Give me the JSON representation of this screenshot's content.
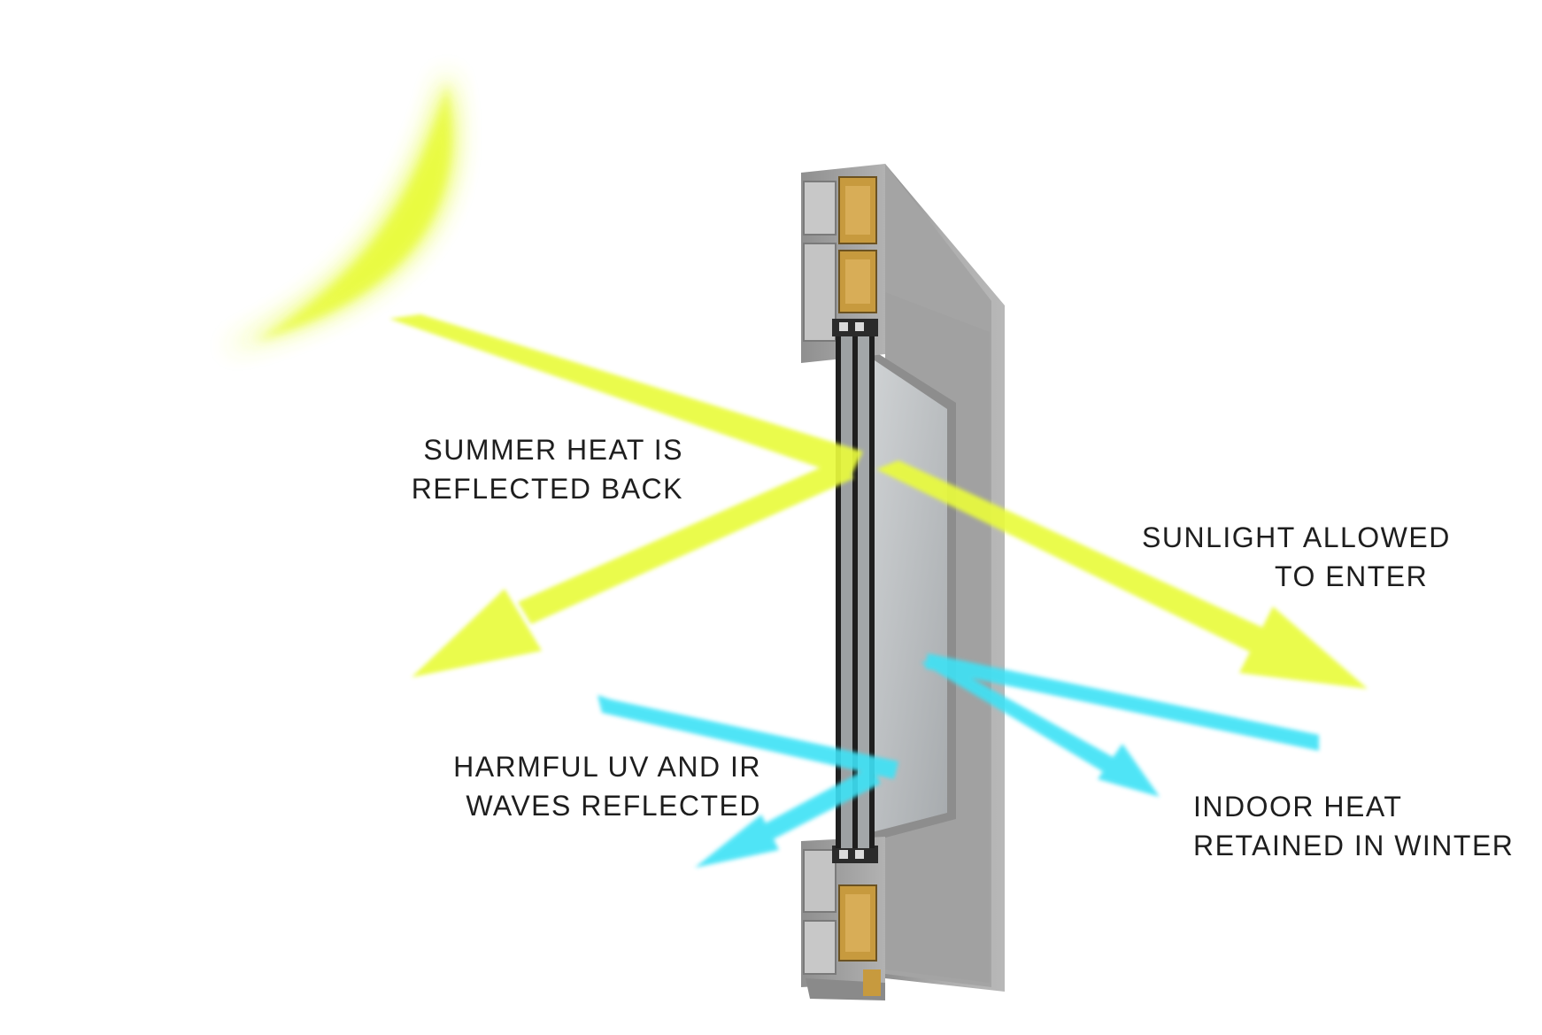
{
  "labels": {
    "summer_heat": {
      "line1": "SUMMER HEAT IS",
      "line2": "REFLECTED BACK"
    },
    "sunlight": {
      "line1": "SUNLIGHT ALLOWED",
      "line2": "TO ENTER"
    },
    "harmful_uv": {
      "line1": "HARMFUL UV AND IR",
      "line2": "WAVES REFLECTED"
    },
    "indoor_heat": {
      "line1": "INDOOR HEAT",
      "line2": "RETAINED IN WINTER"
    }
  },
  "colors": {
    "sun_ray": "#e9fb3c",
    "uv_ray": "#3ee2f6",
    "frame_face": "#9c9c9c",
    "frame_side": "#a9a9a9",
    "thermal_break": "#c79a3e",
    "text": "#1e1e1e"
  },
  "icons": {
    "sun": "crescent-sun-icon",
    "window": "window-frame-cross-section"
  }
}
